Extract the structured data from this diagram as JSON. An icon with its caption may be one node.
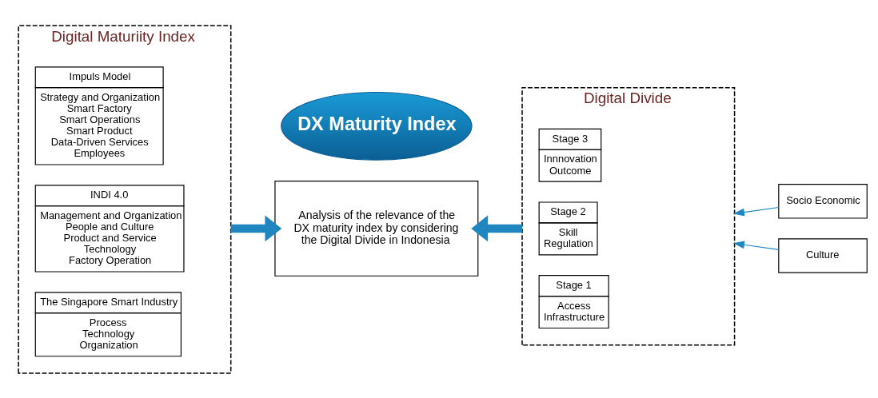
{
  "diagram": {
    "nodes": [
      {
        "text": [
          "Digital Maturiity Index"
        ]
      },
      {
        "text": [
          "Impuls Model",
          "Strategy and Organization",
          "Smart Factory",
          "Smart Operations",
          "Smart Product",
          "Data-Driven Services",
          "Employees"
        ],
        "in": 0
      },
      {
        "text": [
          "INDI 4.0",
          "Management and Organization",
          "People and Culture",
          "Product and Service",
          "Technology",
          "Factory Operation"
        ],
        "in": 0
      },
      {
        "text": [
          "The Singapore Smart Industry",
          "Process",
          "Technology",
          "Organization"
        ],
        "in": 0
      },
      {
        "text": [
          "Analysis of the relevance of the DX maturity index by considering the Digital Divide in Indonesia"
        ]
      },
      {
        "text": [
          "DX Maturity Index"
        ]
      },
      {
        "text": [
          "Digital Divide"
        ]
      },
      {
        "text": [
          "Stage 3",
          "Innnovation",
          "Outcome"
        ],
        "in": 6
      },
      {
        "text": [
          "Stage 2",
          "Skill",
          "Regulation"
        ],
        "in": 6
      },
      {
        "text": [
          "Stage 1",
          "Access",
          "Infrastructure"
        ],
        "in": 6
      },
      {
        "text": [
          "Socio Economic"
        ]
      },
      {
        "text": [
          "Culture"
        ]
      }
    ],
    "edges": [
      {
        "from": 0,
        "to": 4,
        "arrow": "to",
        "style": "thick"
      },
      {
        "from": 6,
        "to": 4,
        "arrow": "to",
        "style": "thick"
      },
      {
        "from": 10,
        "to": 6,
        "arrow": "to"
      },
      {
        "from": 11,
        "to": 6,
        "arrow": "to"
      }
    ]
  }
}
